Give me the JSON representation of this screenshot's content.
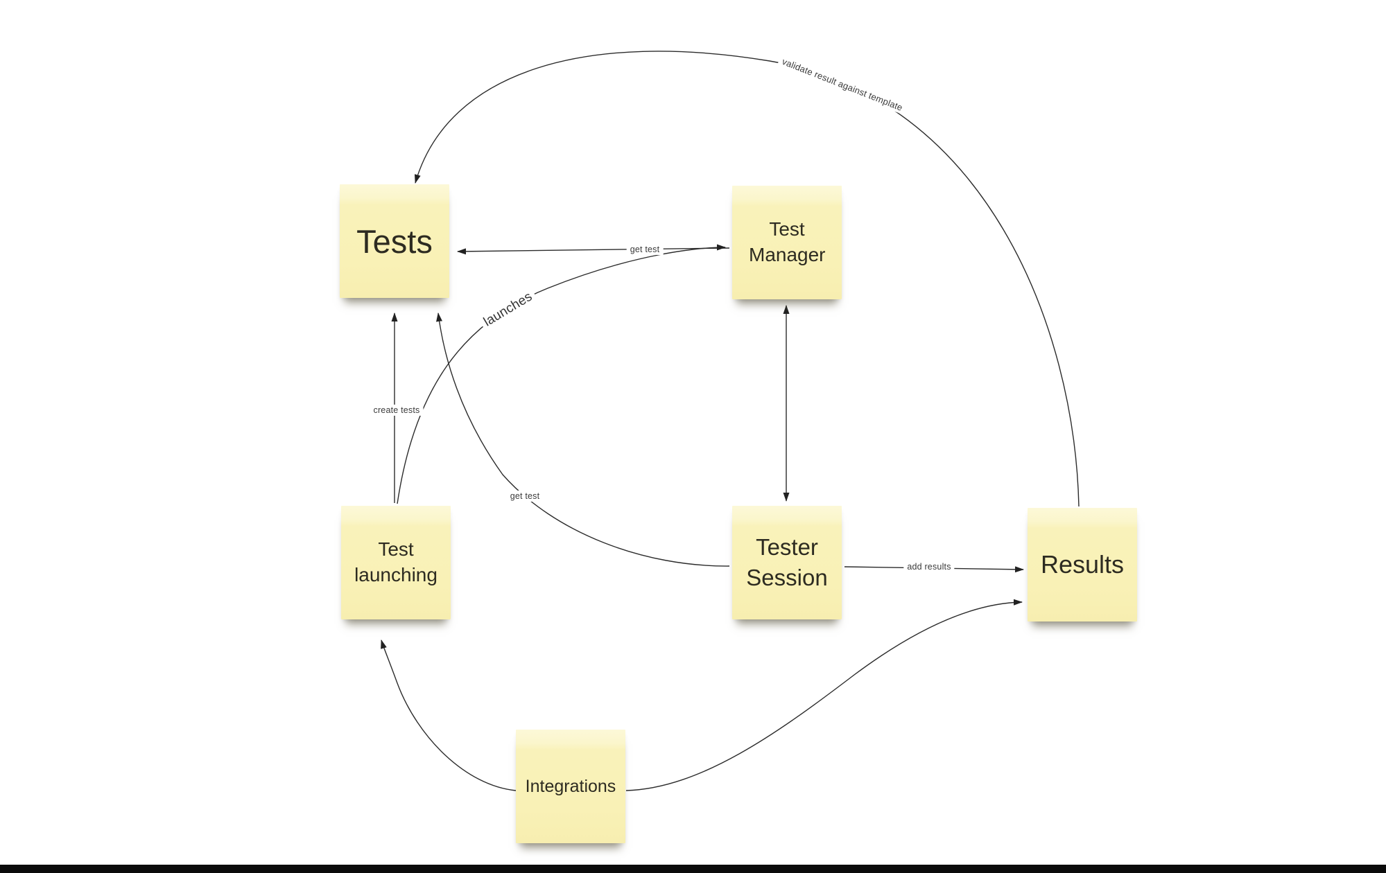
{
  "board": {
    "background": "#ffffff",
    "stroke_color": "#2b2b2b",
    "note_color": "#f9f1b6",
    "note_top_strip_color": "#fcf8d8",
    "nodes": [
      {
        "id": "tests",
        "label": "Tests"
      },
      {
        "id": "test-manager",
        "label": "Test Manager"
      },
      {
        "id": "test-launching",
        "label": "Test launching"
      },
      {
        "id": "tester-session",
        "label": "Tester Session"
      },
      {
        "id": "results",
        "label": "Results"
      },
      {
        "id": "integrations",
        "label": "Integrations"
      }
    ],
    "edges": [
      {
        "id": "validate",
        "from": "results",
        "to": "tests",
        "label": "validate result against template",
        "bidirectional": false
      },
      {
        "id": "get-test-manager",
        "from": "test-manager",
        "to": "tests",
        "label": "get test",
        "bidirectional": true
      },
      {
        "id": "launches",
        "from": "test-launching",
        "to": "test-manager",
        "label": "launches",
        "bidirectional": false
      },
      {
        "id": "create-tests",
        "from": "test-launching",
        "to": "tests",
        "label": "create tests",
        "bidirectional": false
      },
      {
        "id": "get-test-session",
        "from": "tester-session",
        "to": "tests",
        "label": "get test",
        "bidirectional": false
      },
      {
        "id": "manager-session",
        "from": "test-manager",
        "to": "tester-session",
        "label": "",
        "bidirectional": true
      },
      {
        "id": "add-results",
        "from": "tester-session",
        "to": "results",
        "label": "add results",
        "bidirectional": false
      },
      {
        "id": "integrations-launching",
        "from": "integrations",
        "to": "test-launching",
        "label": "",
        "bidirectional": false
      },
      {
        "id": "integrations-results",
        "from": "integrations",
        "to": "results",
        "label": "",
        "bidirectional": false
      }
    ]
  },
  "window": {
    "bottom_bar_color": "#0b0b0b"
  }
}
